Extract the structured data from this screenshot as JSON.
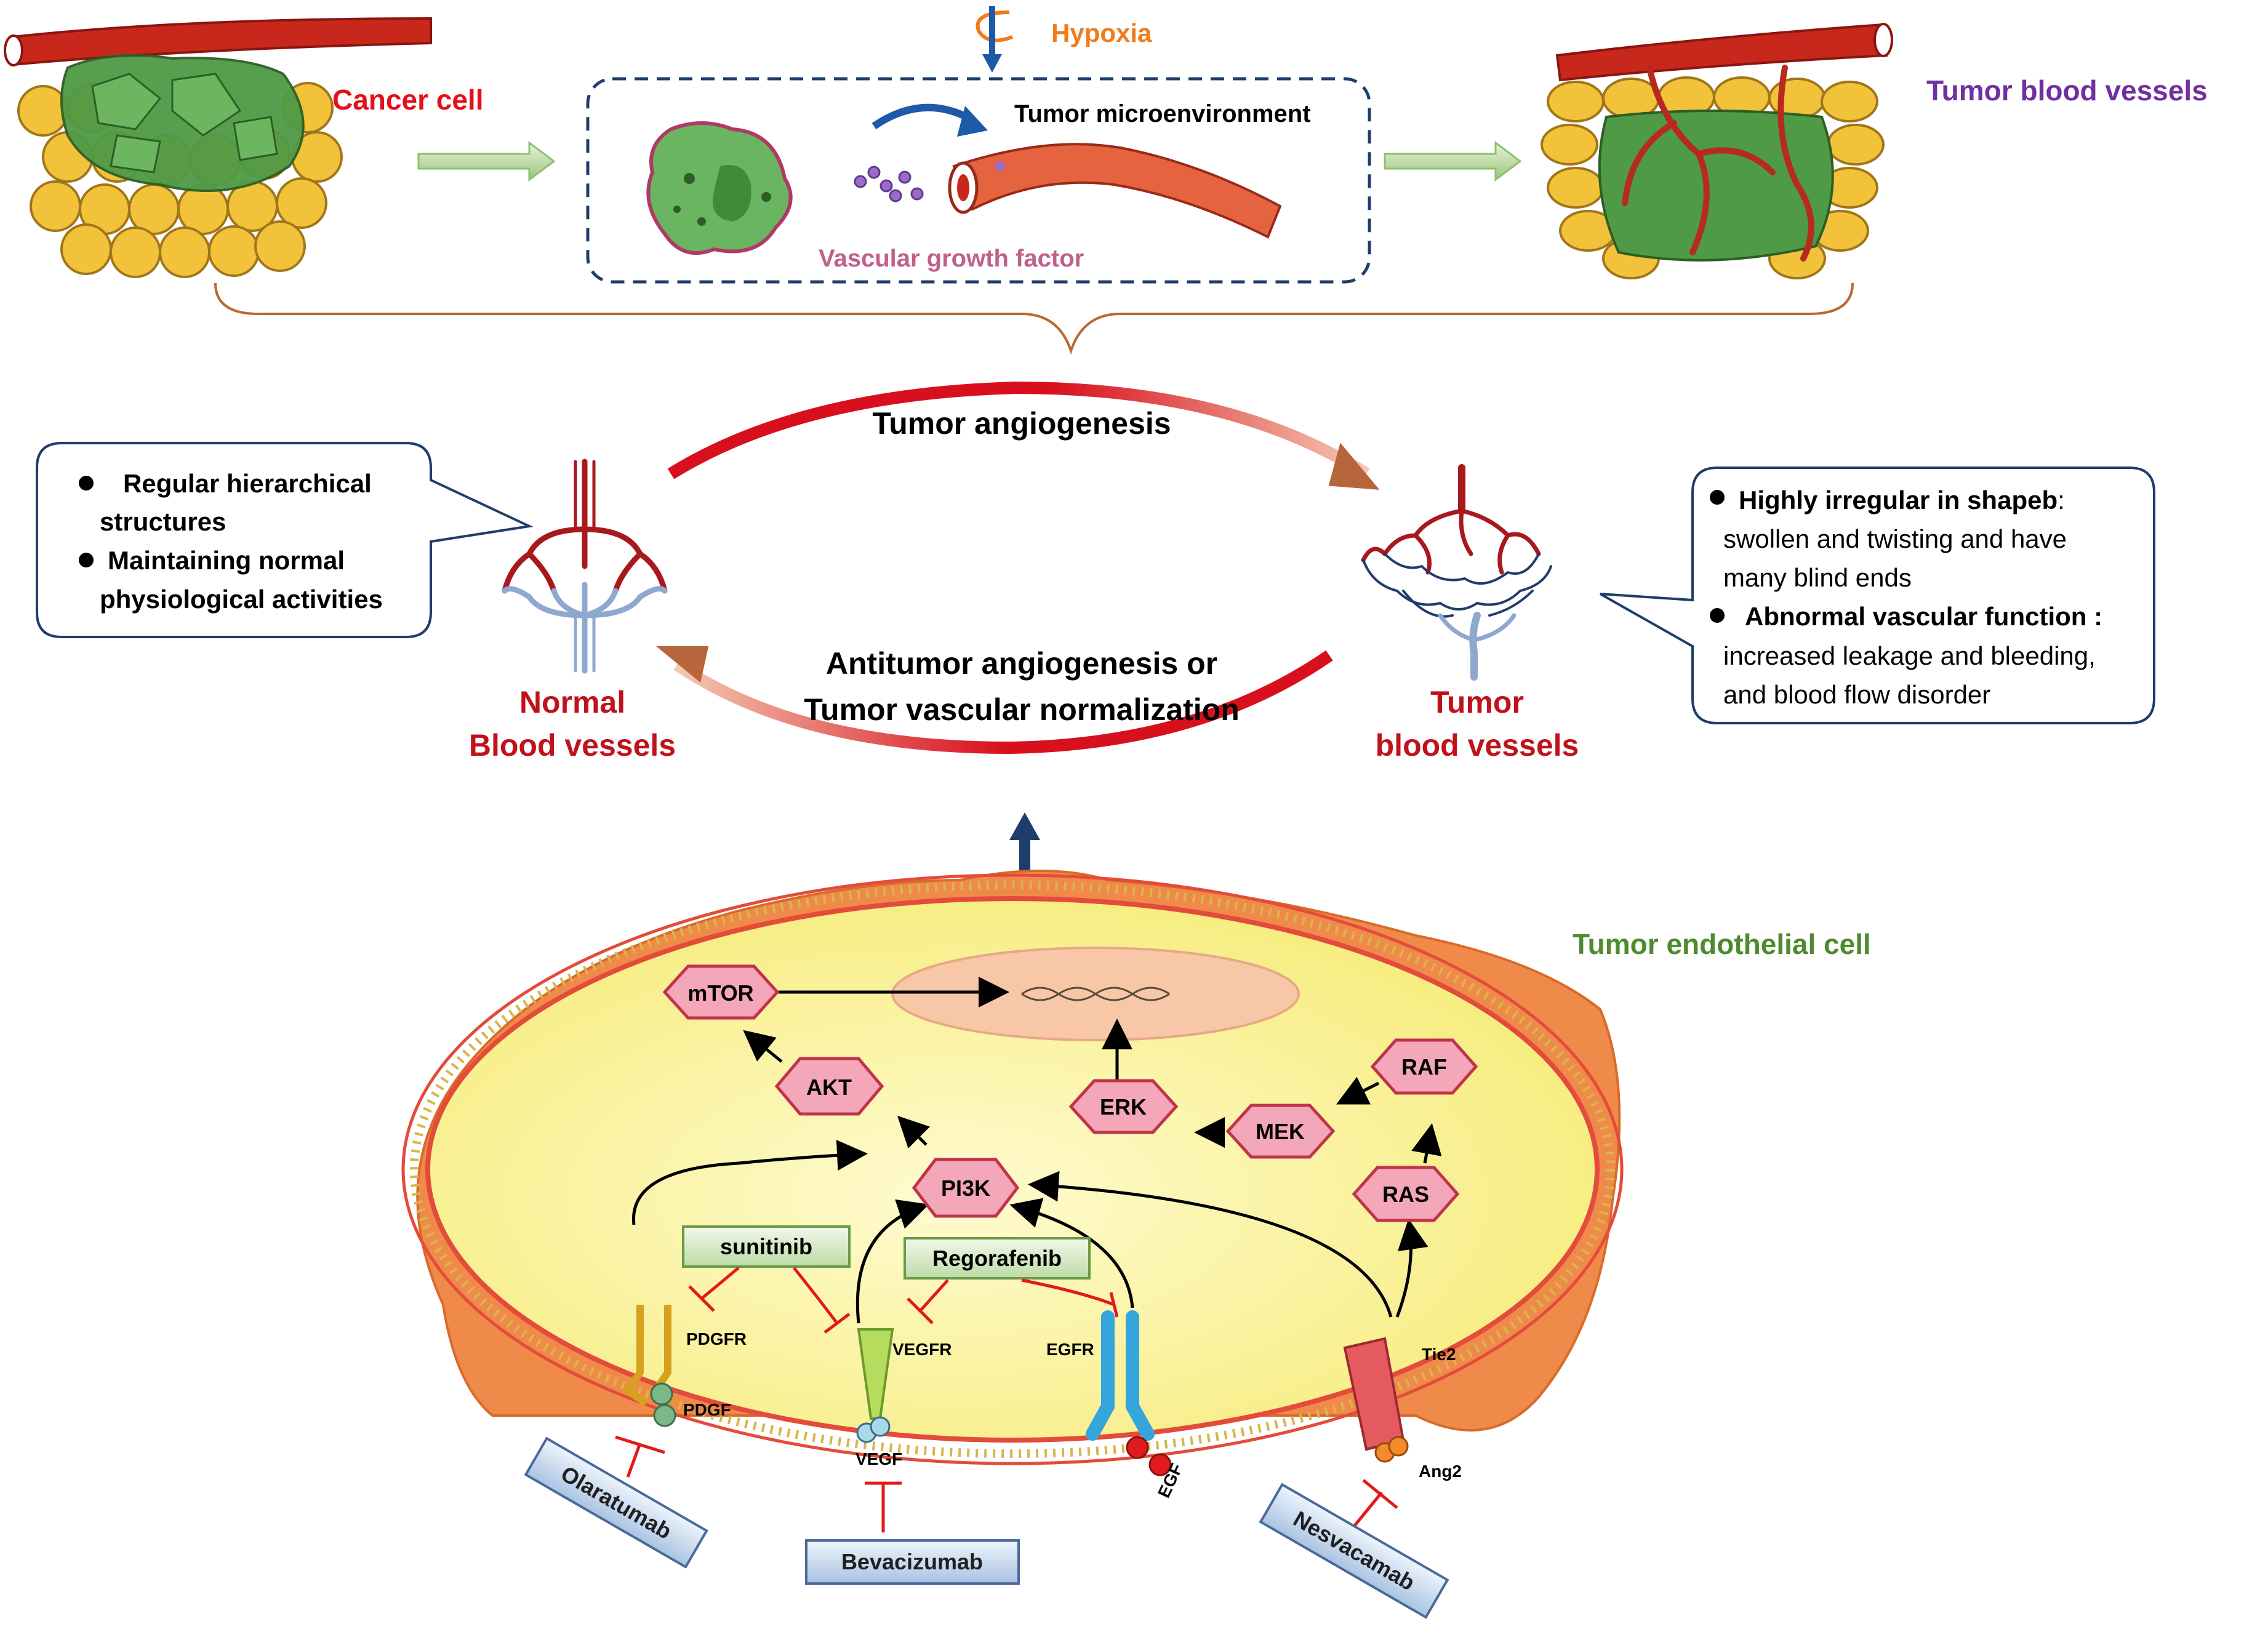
{
  "top_panel": {
    "cancer_cell_label": "Cancer cell",
    "hypoxia_label": "Hypoxia",
    "microenvironment_label": "Tumor microenvironment",
    "growth_factor_label": "Vascular growth factor",
    "tumor_vessels_label": "Tumor blood vessels"
  },
  "cycle": {
    "forward_label": "Tumor angiogenesis",
    "reverse_label_line1": "Antitumor angiogenesis or",
    "reverse_label_line2": "Tumor vascular normalization",
    "normal_label_line1": "Normal",
    "normal_label_line2": "Blood vessels",
    "tumor_label_line1": "Tumor",
    "tumor_label_line2": "blood vessels"
  },
  "normal_callout": {
    "item1_line1": "Regular hierarchical",
    "item1_line2": "structures",
    "item2_line1": "Maintaining normal",
    "item2_line2": "physiological activities"
  },
  "tumor_callout": {
    "item1_title": "Highly irregular in shapeb",
    "item1_colon": ":",
    "item1_line2": "swollen and twisting and have",
    "item1_line3": "many blind ends",
    "item2_title": "Abnormal vascular function :",
    "item2_line2": "increased leakage and bleeding,",
    "item2_line3": "and blood flow disorder"
  },
  "cell": {
    "label": "Tumor endothelial cell",
    "nodes": {
      "mtor": "mTOR",
      "akt": "AKT",
      "pi3k": "PI3K",
      "erk": "ERK",
      "mek": "MEK",
      "raf": "RAF",
      "ras": "RAS"
    },
    "inhibitors": {
      "sunitinib": "sunitinib",
      "regorafenib": "Regorafenib"
    },
    "receptors": {
      "pdgfr": "PDGFR",
      "pdgf": "PDGF",
      "vegfr": "VEGFR",
      "vegf": "VEGF",
      "egfr": "EGFR",
      "egf": "EGF",
      "tie2": "Tie2",
      "ang2": "Ang2"
    },
    "antibodies": {
      "olaratumab": "Olaratumab",
      "bevacizumab": "Bevacizumab",
      "nesvacamab": "Nesvacamab"
    }
  },
  "colors": {
    "red_label": "#e3101a",
    "orange_label": "#f07b1a",
    "purple_label": "#7030a0",
    "pink_label": "#c0608a",
    "green_label": "#4f8a2d",
    "node_fill": "#f4a7b9",
    "node_stroke": "#c0334a",
    "inhibit_red": "#e11b1b",
    "vessel_red": "#d74a2f",
    "cell_fill": "#fbf49b",
    "membrane_orange": "#ee7d3a"
  }
}
